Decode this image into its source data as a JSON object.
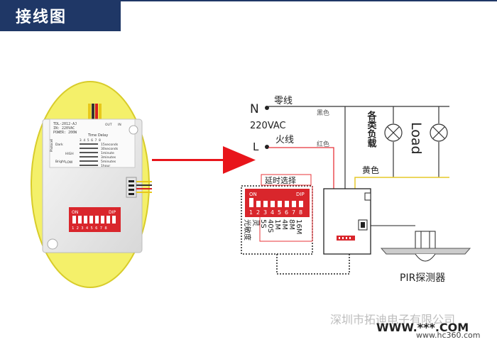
{
  "banner": {
    "title": "接线图"
  },
  "device_photo": {
    "model_line1": "TDL-2012-AJ",
    "model_line2": "IN: 220VAC",
    "model_line3": "POWER: 200W",
    "time_delay_title": "Time Delay",
    "dial_numbers": "3 4 5 6 7 8",
    "delay_options": [
      "15seconds",
      "30seconds",
      "1minute",
      "3minutes",
      "5minutes",
      "1hour"
    ],
    "light_labels": [
      "Dark",
      "Bright"
    ],
    "photocell_label": "Photocell",
    "out_label": "OUT",
    "in_label": "IN",
    "dip_on": "ON",
    "dip_label": "DIP",
    "dip_numbers": "1 2 3 4 5 6 7 8",
    "high_label": "HIGH",
    "low_label": "LOW"
  },
  "wiring": {
    "n_terminal": "N",
    "neutral_label": "零线",
    "voltage": "220VAC",
    "l_terminal": "L",
    "live_label": "火线",
    "black_wire": "黑色",
    "red_wire": "红色",
    "yellow_wire": "黄色",
    "load_cn": "各类负载",
    "load_en": "Load"
  },
  "dip_panel": {
    "delay_select": "延时选择",
    "on": "ON",
    "dip": "DIP",
    "numbers": [
      "1",
      "2",
      "3",
      "4",
      "5",
      "6",
      "7",
      "8"
    ],
    "delay_values": [
      "5S",
      "40S",
      "1M",
      "4M",
      "8M",
      "16M"
    ],
    "sensitivity": "光敏度",
    "sensitivity_suffix": "灵"
  },
  "sensor": {
    "pir_label": "PIR探测器"
  },
  "watermark": {
    "company": "深圳市拓迪电子有限公司",
    "www": "WWW.***.COM",
    "site": "www.hc360.com"
  },
  "colors": {
    "banner": "#1f3766",
    "arrow": "#e8151b",
    "red_wire": "#e8343a",
    "yellow_wire": "#e6c928",
    "ellipse_fill": "#f4f06a",
    "ellipse_stroke": "#d8cc2a",
    "dip_red": "#d9262c"
  }
}
